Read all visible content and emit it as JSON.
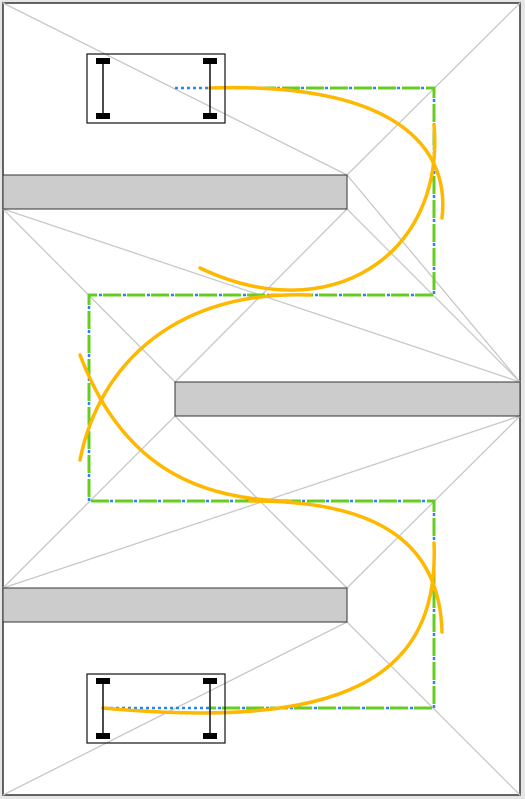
{
  "colors": {
    "page_background": "#e6e6e6",
    "canvas_background": "#ffffff",
    "border": "#333333",
    "wall_fill": "#cccccc",
    "wall_stroke": "#333333",
    "guide_lines": "#c8c8c8",
    "planned_path_green": "#66cc22",
    "planned_path_blue": "#2288ee",
    "trajectory_orange": "#ffb800",
    "robot_outline": "#111111",
    "wheel": "#000000"
  },
  "scene": {
    "walls": 3,
    "robots": [
      "start-robot",
      "goal-robot"
    ]
  }
}
